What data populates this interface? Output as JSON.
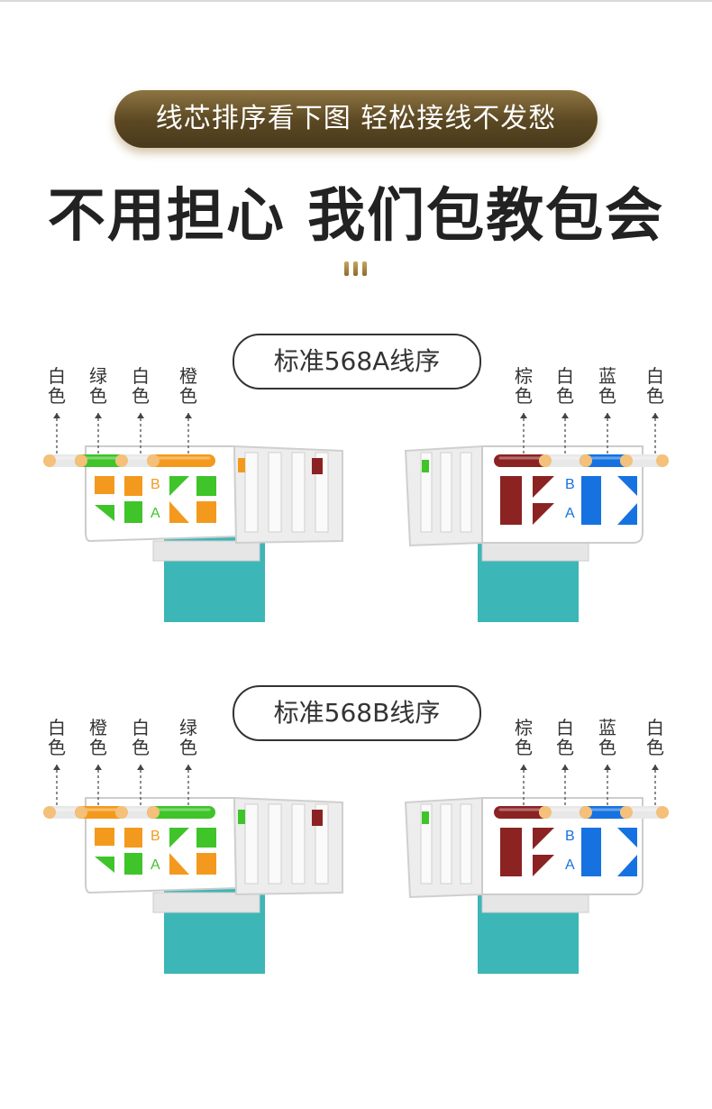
{
  "top_banner": "线芯排序看下图 轻松接线不发愁",
  "headline": "不用担心 我们包教包会",
  "sections": [
    {
      "standard": "标准568A线序",
      "left_labels": [
        "白色",
        "绿色",
        "白色",
        "橙色"
      ],
      "right_labels": [
        "棕色",
        "白色",
        "蓝色",
        "白色"
      ],
      "left_block_letters": [
        "B",
        "A"
      ],
      "right_block_letters": [
        "B",
        "A"
      ]
    },
    {
      "standard": "标准568B线序",
      "left_labels": [
        "白色",
        "橙色",
        "白色",
        "绿色"
      ],
      "right_labels": [
        "棕色",
        "白色",
        "蓝色",
        "白色"
      ],
      "left_block_letters": [
        "B",
        "A"
      ],
      "right_block_letters": [
        "B",
        "A"
      ]
    }
  ],
  "colors": {
    "green": "#3fc42a",
    "orange": "#f39a1e",
    "brown": "#8b2323",
    "blue": "#1672e0",
    "cable": "#3cb6b6",
    "gold": "#8d7442"
  }
}
